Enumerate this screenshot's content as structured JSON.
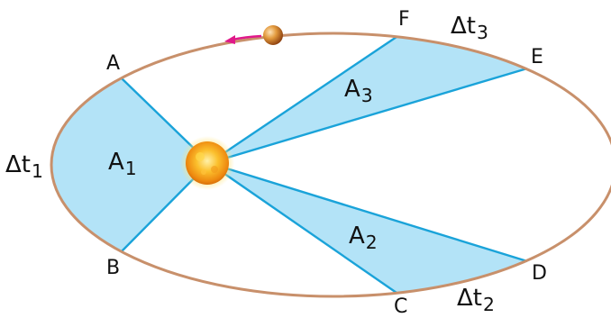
{
  "diagram": {
    "points": {
      "A": "A",
      "B": "B",
      "C": "C",
      "D": "D",
      "E": "E",
      "F": "F"
    },
    "areas": [
      {
        "base": "A",
        "sub": "1"
      },
      {
        "base": "A",
        "sub": "2"
      },
      {
        "base": "A",
        "sub": "3"
      }
    ],
    "intervals": [
      {
        "base": "Δt",
        "sub": "1"
      },
      {
        "base": "Δt",
        "sub": "2"
      },
      {
        "base": "Δt",
        "sub": "3"
      }
    ],
    "colors": {
      "orbit": "#c8906b",
      "sweep_fill": "#b3e3f7",
      "sweep_edge": "#1aa3d9",
      "sun": "#f7a21b",
      "planet": "#c9671c",
      "arrow": "#e0198a"
    }
  }
}
